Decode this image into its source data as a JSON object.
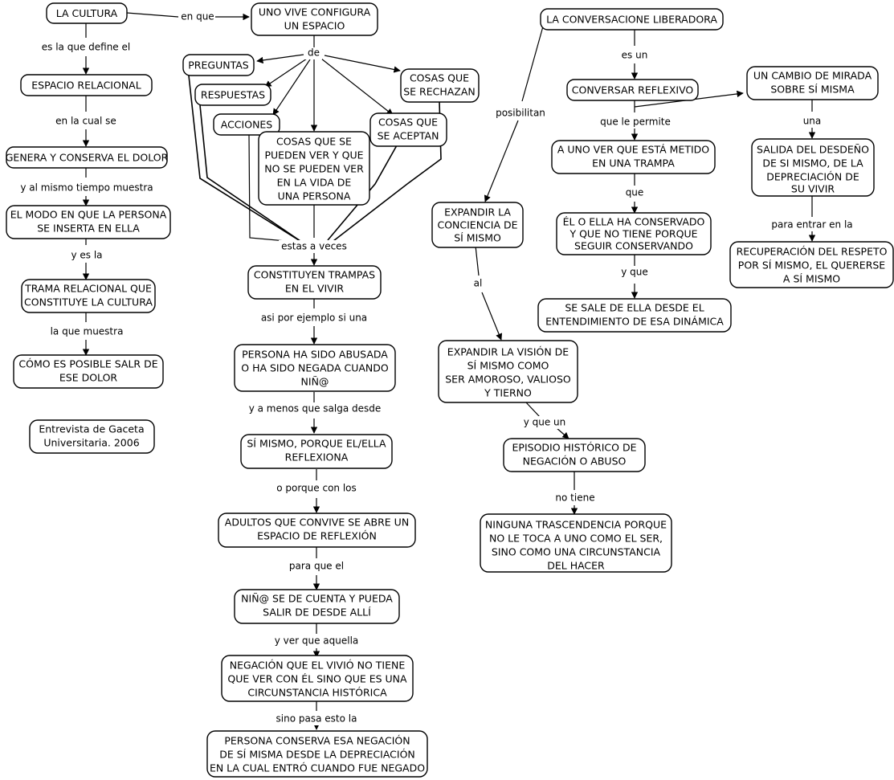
{
  "diagram": {
    "title": "Mapa conceptual - La cultura y la conversacion liberadora",
    "colors": {
      "background": "#ffffff",
      "stroke": "#000000",
      "text": "#000000"
    },
    "nodes": [
      {
        "id": "cultura",
        "lines": [
          "LA CULTURA"
        ]
      },
      {
        "id": "espacio-relacional",
        "lines": [
          "ESPACIO RELACIONAL"
        ]
      },
      {
        "id": "genera-dolor",
        "lines": [
          "GENERA Y CONSERVA EL DOLOR"
        ]
      },
      {
        "id": "modo-persona",
        "lines": [
          "EL MODO EN QUE LA PERSONA",
          "SE INSERTA EN ELLA"
        ]
      },
      {
        "id": "trama-relacional",
        "lines": [
          "TRAMA RELACIONAL QUE",
          "CONSTITUYE LA CULTURA"
        ]
      },
      {
        "id": "como-salir",
        "lines": [
          "CÓMO ES POSIBLE SALR DE",
          "ESE DOLOR"
        ]
      },
      {
        "id": "fuente",
        "lines": [
          "Entrevista de Gaceta",
          "Universitaria. 2006"
        ]
      },
      {
        "id": "uno-vive",
        "lines": [
          "UNO VIVE CONFIGURA",
          "UN ESPACIO"
        ]
      },
      {
        "id": "preguntas",
        "lines": [
          "PREGUNTAS"
        ]
      },
      {
        "id": "respuestas",
        "lines": [
          "RESPUESTAS"
        ]
      },
      {
        "id": "acciones",
        "lines": [
          "ACCIONES"
        ]
      },
      {
        "id": "cosas-ver",
        "lines": [
          "COSAS QUE SE",
          "PUEDEN VER Y QUE",
          "NO SE PUEDEN VER",
          "EN LA VIDA DE",
          "UNA PERSONA"
        ]
      },
      {
        "id": "cosas-rechazan",
        "lines": [
          "COSAS QUE",
          "SE RECHAZAN"
        ]
      },
      {
        "id": "cosas-aceptan",
        "lines": [
          "COSAS QUE",
          "SE ACEPTAN"
        ]
      },
      {
        "id": "trampas",
        "lines": [
          "CONSTITUYEN TRAMPAS",
          "EN EL VIVIR"
        ]
      },
      {
        "id": "persona-abusada",
        "lines": [
          "PERSONA HA SIDO ABUSADA",
          "O HA SIDO NEGADA CUANDO",
          "NIÑ@"
        ]
      },
      {
        "id": "si-mismo-reflexiona",
        "lines": [
          "SÍ MISMO, PORQUE EL/ELLA",
          "REFLEXIONA"
        ]
      },
      {
        "id": "adultos-convive",
        "lines": [
          "ADULTOS QUE CONVIVE SE ABRE UN",
          "ESPACIO DE REFLEXIÓN"
        ]
      },
      {
        "id": "nino-cuenta",
        "lines": [
          "NIÑ@ SE DE CUENTA Y PUEDA",
          "SALIR DE DESDE ALLÍ"
        ]
      },
      {
        "id": "negacion-vivio",
        "lines": [
          "NEGACIÓN QUE EL VIVIÓ NO TIENE",
          "QUE VER CON ÉL SINO QUE ES UNA",
          "CIRCUNSTANCIA HISTÓRICA"
        ]
      },
      {
        "id": "persona-conserva",
        "lines": [
          "PERSONA CONSERVA ESA NEGACIÓN",
          "DE SÍ MISMA DESDE LA DEPRECIACIÓN",
          "EN LA CUAL ENTRÓ CUANDO FUE NEGADO"
        ]
      },
      {
        "id": "conversacion",
        "lines": [
          "LA CONVERSACIONE LIBERADORA"
        ]
      },
      {
        "id": "conversar-reflexivo",
        "lines": [
          "CONVERSAR REFLEXIVO"
        ]
      },
      {
        "id": "a-uno-ver",
        "lines": [
          "A UNO VER QUE ESTÁ METIDO",
          "EN UNA TRAMPA"
        ]
      },
      {
        "id": "el-o-ella",
        "lines": [
          "ÉL O ELLA HA CONSERVADO",
          "Y QUE NO TIENE PORQUE",
          "SEGUIR CONSERVANDO"
        ]
      },
      {
        "id": "se-sale",
        "lines": [
          "SE SALE DE ELLA DESDE EL",
          "ENTENDIMIENTO DE ESA DINÁMICA"
        ]
      },
      {
        "id": "expandir-conciencia",
        "lines": [
          "EXPANDIR LA",
          "CONCIENCIA DE",
          "SÍ MISMO"
        ]
      },
      {
        "id": "expandir-vision",
        "lines": [
          "EXPANDIR LA VISIÓN DE",
          "SÍ MISMO COMO",
          "SER AMOROSO, VALIOSO",
          "Y TIERNO"
        ]
      },
      {
        "id": "episodio",
        "lines": [
          "EPISODIO HISTÓRICO DE",
          "NEGACIÓN O ABUSO"
        ]
      },
      {
        "id": "ninguna-trascend",
        "lines": [
          "NINGUNA TRASCENDENCIA PORQUE",
          "NO LE TOCA A UNO COMO EL SER,",
          "SINO COMO UNA CIRCUNSTANCIA",
          "DEL HACER"
        ]
      },
      {
        "id": "cambio-mirada",
        "lines": [
          "UN CAMBIO DE MIRADA",
          "SOBRE SÍ MISMA"
        ]
      },
      {
        "id": "salida-desdeno",
        "lines": [
          "SALIDA DEL DESDEÑO",
          "DE SI MISMO, DE LA",
          "DEPRECIACIÓN DE",
          "SU VIVIR"
        ]
      },
      {
        "id": "recuperacion",
        "lines": [
          "RECUPERACIÓN DEL RESPETO",
          "POR SÍ MISMO, EL QUERERSE",
          "A SÍ MISMO"
        ]
      }
    ],
    "links": [
      {
        "id": "l-en-que",
        "label": "en que"
      },
      {
        "id": "l-define",
        "label": "es la que define el"
      },
      {
        "id": "l-en-la-cual",
        "label": "en la cual se"
      },
      {
        "id": "l-mismo-tiempo",
        "label": "y al mismo tiempo muestra"
      },
      {
        "id": "l-y-es-la",
        "label": "y es la"
      },
      {
        "id": "l-la-que-muestra",
        "label": "la que muestra"
      },
      {
        "id": "l-de",
        "label": "de"
      },
      {
        "id": "l-estas-veces",
        "label": "estas a veces"
      },
      {
        "id": "l-asi-ejemplo",
        "label": "asi por ejemplo si una"
      },
      {
        "id": "l-a-menos",
        "label": "y a menos que salga desde"
      },
      {
        "id": "l-o-porque",
        "label": "o porque con los"
      },
      {
        "id": "l-para-que-el",
        "label": "para que el"
      },
      {
        "id": "l-y-ver",
        "label": "y ver que aquella"
      },
      {
        "id": "l-sino-pasa",
        "label": "sino pasa esto la"
      },
      {
        "id": "l-es-un",
        "label": "es un"
      },
      {
        "id": "l-que-le-permite",
        "label": "que le permite"
      },
      {
        "id": "l-que",
        "label": "que"
      },
      {
        "id": "l-y-que",
        "label": "y que"
      },
      {
        "id": "l-posibilitan",
        "label": "posibilitan"
      },
      {
        "id": "l-al",
        "label": "al"
      },
      {
        "id": "l-y-que-un",
        "label": "y que un"
      },
      {
        "id": "l-no-tiene",
        "label": "no tiene"
      },
      {
        "id": "l-una",
        "label": "una"
      },
      {
        "id": "l-para-entrar",
        "label": "para entrar en la"
      }
    ]
  }
}
